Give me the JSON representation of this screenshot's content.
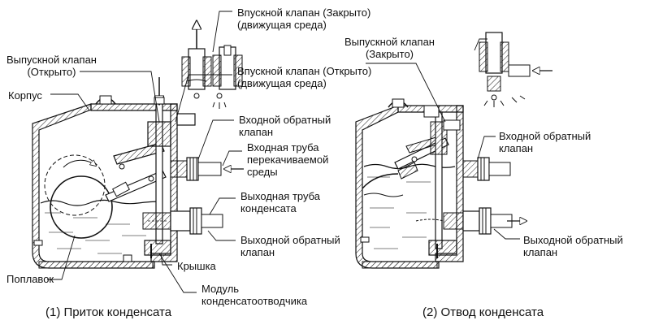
{
  "left": {
    "caption": "(1) Приток конденсата",
    "labels": {
      "inlet_valve_closed_1": "Впускной клапан (Закрыто)",
      "inlet_valve_closed_2": "(движущая среда)",
      "outlet_valve_open_1": "Выпускной клапан",
      "outlet_valve_open_2": "(Открыто)",
      "inlet_valve_open_1": "Впускной клапан (Открыто)",
      "inlet_valve_open_2": "(движущая среда)",
      "body": "Корпус",
      "inlet_check_valve_1": "Входной обратный",
      "inlet_check_valve_2": "клапан",
      "inlet_pipe_1": "Входная труба",
      "inlet_pipe_2": "перекачиваемой",
      "inlet_pipe_3": "среды",
      "outlet_pipe_1": "Выходная труба",
      "outlet_pipe_2": "конденсата",
      "outlet_check_valve_1": "Выходной обратный",
      "outlet_check_valve_2": "клапан",
      "cover": "Крышка",
      "float": "Поплавок",
      "trap_module_1": "Модуль",
      "trap_module_2": "конденсатоотводчика"
    }
  },
  "right": {
    "caption": "(2) Отвод конденсата",
    "labels": {
      "outlet_valve_closed_1": "Выпускной клапан",
      "outlet_valve_closed_2": "(Закрыто)",
      "inlet_check_valve_1": "Входной обратный",
      "inlet_check_valve_2": "клапан",
      "outlet_check_valve_1": "Выходной обратный",
      "outlet_check_valve_2": "клапан"
    }
  }
}
